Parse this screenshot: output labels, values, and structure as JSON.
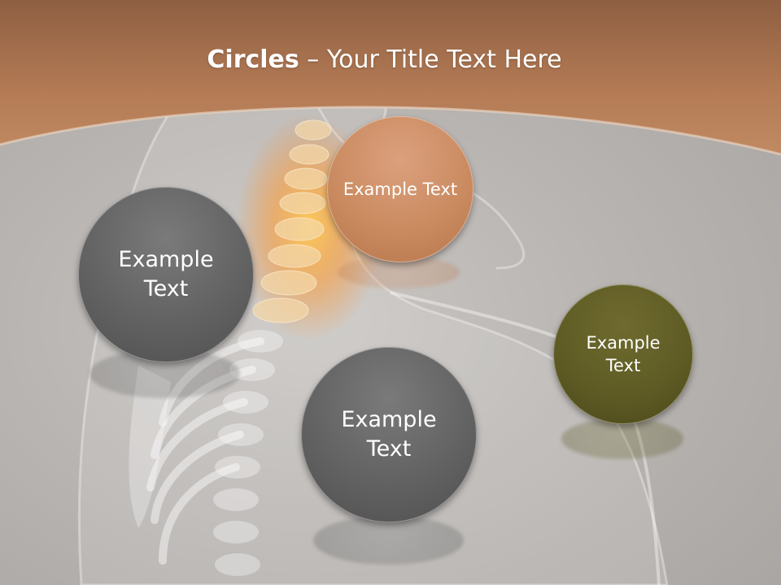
{
  "title": {
    "bold": "Circles",
    "rest": " – Your Title Text Here"
  },
  "circles": [
    {
      "label": "Example Text",
      "color": "#626262"
    },
    {
      "label": "Example Text",
      "color": "#c9895e"
    },
    {
      "label": "Example Text",
      "color": "#626262"
    },
    {
      "label": "Example Text",
      "color": "#5d5a24"
    }
  ],
  "colors": {
    "header": "#b47b55",
    "background": "#bdb9b6"
  }
}
